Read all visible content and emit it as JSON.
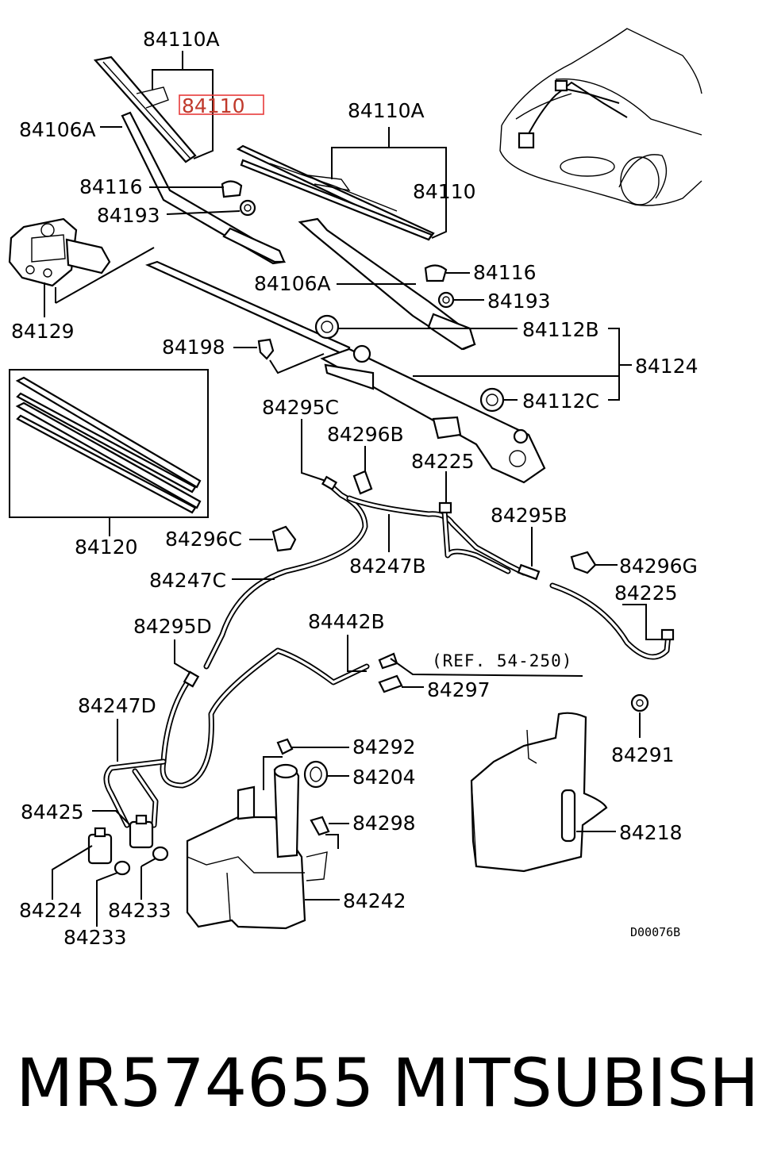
{
  "labels": {
    "blade_a_top": "84110A",
    "blade_top_highlighted": "84110",
    "arm_left": "84106A",
    "cap_left": "84116",
    "nut_left": "84193",
    "motor": "84129",
    "blade_a_right": "84110A",
    "blade_right": "84110",
    "cap_right": "84116",
    "arm_right": "84106A",
    "nut_right": "84193",
    "bushing_b": "84112B",
    "linkage_clip": "84198",
    "linkage": "84124",
    "bushing_c": "84112C",
    "refill": "84120",
    "joint_c": "84295C",
    "clip_b": "84296B",
    "nozzle_top": "84225",
    "joint_b": "84295B",
    "clip_c": "84296C",
    "hose_b": "84247B",
    "clip_g": "84296G",
    "hose_c": "84247C",
    "nozzle_right": "84225",
    "joint_d": "84295D",
    "hose_442b": "84442B",
    "reference": "(REF. 54-250)",
    "clip_297": "84297",
    "hose_d": "84247D",
    "grommet_291": "84291",
    "nut_292": "84292",
    "cap_204": "84204",
    "bolt_298": "84298",
    "tank_218": "84218",
    "hose_425": "84425",
    "pump_224": "84224",
    "grommet_233a": "84233",
    "tank_242": "84242",
    "grommet_233b": "84233",
    "drawing_code": "D00076B"
  },
  "footer": {
    "part_number": "MR574655",
    "brand": "MITSUBISHI"
  },
  "colors": {
    "highlight": "#e83a3a",
    "ink": "#000000",
    "background": "#ffffff"
  }
}
